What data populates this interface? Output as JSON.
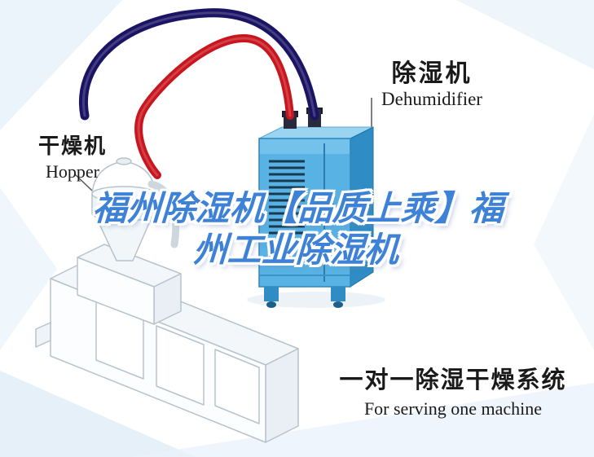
{
  "labels": {
    "dehumidifier": {
      "cn": "除湿机",
      "en": "Dehumidifier"
    },
    "hopper": {
      "cn": "干燥机",
      "en": "Hopper"
    }
  },
  "watermark": {
    "line1": "福州除湿机【品质上乘】福",
    "line2": "州工业除湿机"
  },
  "caption": {
    "cn": "一对一除湿干燥系统",
    "en": "For serving one machine"
  },
  "colors": {
    "watermark_blue": "#3e82d8",
    "pipe_red": "#c9151e",
    "pipe_navy": "#1b1464",
    "cabinet_front": "#58b2e4",
    "cabinet_side": "#2f8cc4",
    "cabinet_top": "#9bd4f0",
    "line_art_stroke": "#b7c3cc",
    "label_text": "#1a1a1a",
    "background": "#ffffff"
  }
}
